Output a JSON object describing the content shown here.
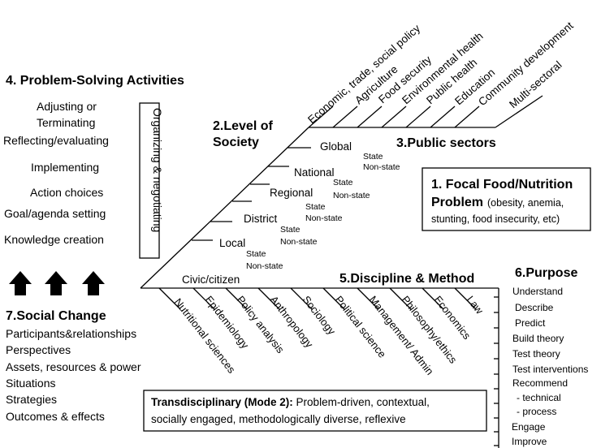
{
  "problem_solving": {
    "title": "4. Problem-Solving Activities",
    "items": [
      "Adjusting  or",
      "Terminating",
      "Reflecting/evaluating",
      "Implementing",
      "Action choices",
      "Goal/agenda setting",
      "Knowledge creation"
    ],
    "box_label": "Organizing & negotiating"
  },
  "level_of_society": {
    "title_line1": "2.Level of",
    "title_line2": "Society",
    "levels": [
      "Global",
      "National",
      "Regional",
      "District",
      "Local",
      "Civic/citizen"
    ],
    "state_label": "State",
    "nonstate_label": "Non-state"
  },
  "public_sectors": {
    "title": "3.Public sectors",
    "items": [
      "Economic, trade, social policy",
      "Agriculture",
      "Food security",
      "Environmental health",
      "Public health",
      "Education",
      "Community development",
      "Multi-sectoral"
    ]
  },
  "focal_problem": {
    "title_line1": "1. Focal Food/Nutrition",
    "title_line2": "Problem",
    "detail_line1": "(obesity, anemia,",
    "detail_line2": "stunting, food insecurity, etc)"
  },
  "discipline": {
    "title": "5.Discipline & Method",
    "items": [
      "Nutritional sciences",
      "Epidemiology",
      "Policy analysis",
      "Anthropology",
      "Sociology",
      "Political science",
      "Management/ Admin",
      "Philosophy/ethics",
      "Economics",
      "Law"
    ]
  },
  "purpose": {
    "title": "6.Purpose",
    "items": [
      "Understand",
      "Describe",
      "Predict",
      "Build theory",
      "Test theory",
      "Test interventions",
      "Recommend",
      " - technical",
      " - process",
      "Engage",
      "Improve"
    ]
  },
  "social_change": {
    "title": "7.Social Change",
    "items": [
      "Participants&relationships",
      "Perspectives",
      "Assets, resources & power",
      "Situations",
      "Strategies",
      "Outcomes & effects"
    ]
  },
  "transdisciplinary": {
    "bold": "Transdisciplinary (Mode 2):",
    "rest": " Problem-driven, contextual,",
    "line2": "socially engaged, methodologically diverse, reflexive"
  }
}
